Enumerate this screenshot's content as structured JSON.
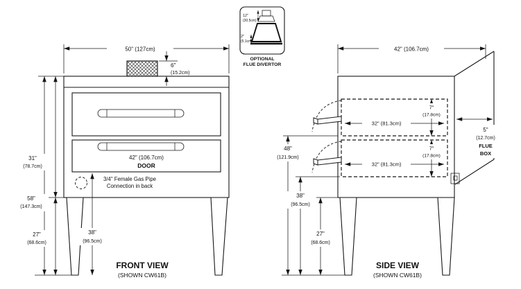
{
  "front": {
    "title": "FRONT VIEW",
    "subtitle": "(SHOWN CW61B)",
    "dim_overall_width": "50\" (127cm)",
    "dim_vent_in": "6\"",
    "dim_vent_cm": "(15.2cm)",
    "dim_body_height_in": "31\"",
    "dim_body_height_cm": "(78.7cm)",
    "dim_total_height_in": "58\"",
    "dim_total_height_cm": "(147.3cm)",
    "dim_leg_height_in": "27\"",
    "dim_leg_height_cm": "(68.6cm)",
    "dim_deck_height_in": "38\"",
    "dim_deck_height_cm": "(96.5cm)",
    "dim_door_width": "42\" (106.7cm)",
    "door_label": "DOOR",
    "gas_note_line1": "3/4\" Female Gas Pipe",
    "gas_note_line2": "Connection in back"
  },
  "divertor": {
    "caption_line1": "OPTIONAL",
    "caption_line2": "FLUE DIVERTOR",
    "dim_height_in": "12\"",
    "dim_height_cm": "(30.5cm)",
    "dim_lip_in": "2\"",
    "dim_lip_cm": "(5.1cm)"
  },
  "side": {
    "title": "SIDE VIEW",
    "subtitle": "(SHOWN CW61B)",
    "dim_overall_depth": "42\" (106.7cm)",
    "dim_deck_depth": "32\" (81.3cm)",
    "dim_deck_opening_in": "7\"",
    "dim_deck_opening_cm": "(17.8cm)",
    "dim_upper_height_in": "48\"",
    "dim_upper_height_cm": "(121.9cm)",
    "dim_lower_height_in": "38\"",
    "dim_lower_height_cm": "(96.5cm)",
    "dim_leg_height_in": "27\"",
    "dim_leg_height_cm": "(68.6cm)",
    "flue_box_in": "5\"",
    "flue_box_cm": "(12.7cm)",
    "flue_box_label1": "FLUE",
    "flue_box_label2": "BOX"
  }
}
